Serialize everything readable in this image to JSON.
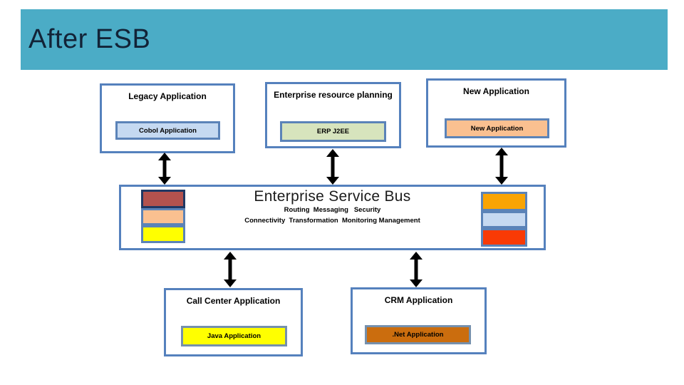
{
  "slide": {
    "title": "After ESB"
  },
  "colors": {
    "banner": "#4BACC6",
    "box_border": "#5581BD",
    "arrow": "#000000"
  },
  "diagram": {
    "top_boxes": [
      {
        "title": "Legacy Application",
        "inner_label": "Cobol Application",
        "inner_fill": "#C5D9F1"
      },
      {
        "title": "Enterprise resource planning",
        "inner_label": "ERP J2EE",
        "inner_fill": "#D7E4BD"
      },
      {
        "title": "New Application",
        "inner_label": "New Application",
        "inner_fill": "#FAC090"
      }
    ],
    "esb": {
      "title": "Enterprise Service Bus",
      "features_line1": "Routing  Messaging   Security",
      "features_line2": "Connectivity  Transformation  Monitoring Management",
      "left_blocks": [
        "#B3524E",
        "#FAC090",
        "#FFFF00"
      ],
      "right_blocks": [
        "#F9A404",
        "#C6D9F1",
        "#F93A05"
      ]
    },
    "bottom_boxes": [
      {
        "title": "Call Center Application",
        "inner_label": "Java Application",
        "inner_fill": "#FFFF00"
      },
      {
        "title": "CRM Application",
        "inner_label": ".Net Application",
        "inner_fill": "#CB6D0E"
      }
    ]
  }
}
